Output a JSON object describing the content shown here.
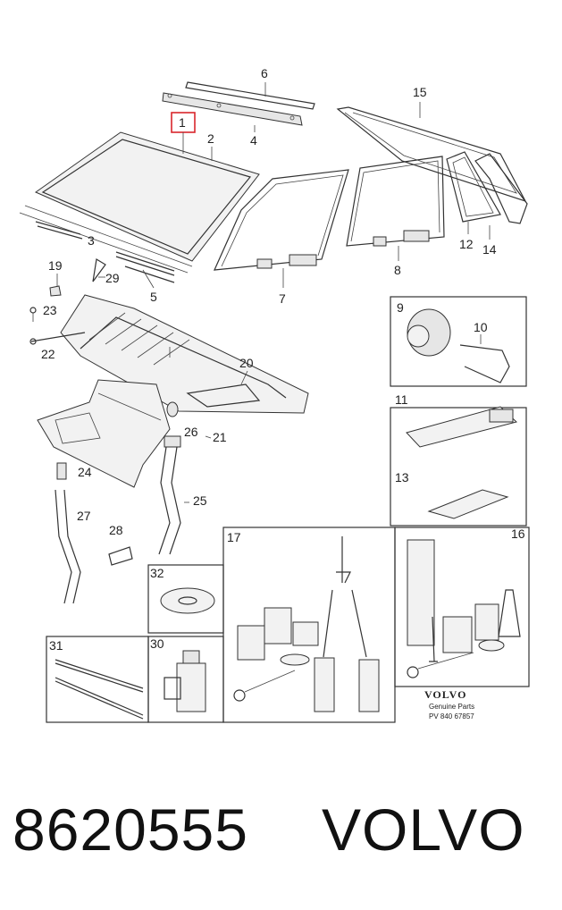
{
  "diagram": {
    "callouts": {
      "c1": "1",
      "c2": "2",
      "c3": "3",
      "c4": "4",
      "c5": "5",
      "c6": "6",
      "c7": "7",
      "c8": "8",
      "c9": "9",
      "c10": "10",
      "c11": "11",
      "c12": "12",
      "c13": "13",
      "c14": "14",
      "c15": "15",
      "c16": "16",
      "c17": "17",
      "c19": "19",
      "c20": "20",
      "c21": "21",
      "c22": "22",
      "c23": "23",
      "c24": "24",
      "c25": "25",
      "c26": "26",
      "c27": "27",
      "c28": "28",
      "c29": "29",
      "c30": "30",
      "c31": "31",
      "c32": "32"
    },
    "highlighted_callout": "1",
    "highlight_color": "#d9262c",
    "stamp": {
      "brand": "VOLVO",
      "line1": "Genuine Parts",
      "line2": "PV 840 67857"
    }
  },
  "footer": {
    "part_number": "8620555",
    "brand": "VOLVO"
  }
}
